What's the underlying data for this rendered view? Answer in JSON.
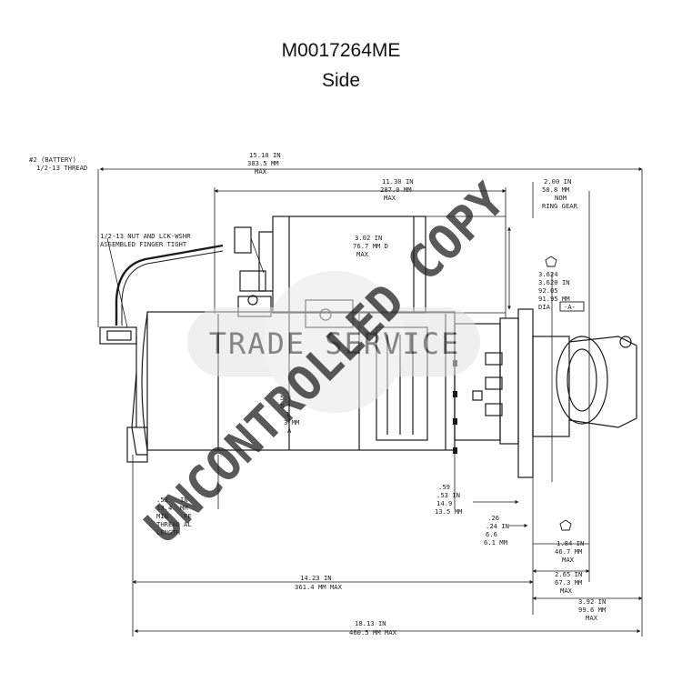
{
  "header": {
    "part_number": "M0017264ME",
    "view": "Side"
  },
  "drawing": {
    "callouts": {
      "battery_terminal": [
        "#2 (BATTERY)",
        "1/2-13 THREAD"
      ],
      "nut_note": [
        "1/2-13 NUT AND LCK-WSHR",
        "ASSEMBLED FINGER TIGHT"
      ]
    },
    "dimensions": {
      "overall_top": [
        "15.10 IN",
        "383.5 MM",
        "MAX"
      ],
      "solenoid_length": [
        "11.30 IN",
        "287.0 MM",
        "MAX"
      ],
      "ring_gear": [
        "2.00 IN",
        "50.8 MM",
        "NOM",
        "RING GEAR"
      ],
      "solenoid_dia": [
        "3.02 IN",
        "76.7 MM D",
        "MAX"
      ],
      "pilot_dia": [
        "3.624",
        "3.620 IN",
        "92.05",
        "91.95 MM",
        "DIA"
      ],
      "datum": "-A-",
      "motor_frame": [
        "5.1",
        "5",
        "1",
        "3 MM",
        "A"
      ],
      "flange": [
        ".59",
        ".53 IN",
        "14.9",
        "13.5 MM"
      ],
      "thread_length": [
        ".53",
        "13.4",
        "MIN",
        "THREAD",
        "LENGTH"
      ],
      "thread_length_partial": [
        "IN",
        "MM",
        "FE",
        "AL"
      ],
      "pinion_offset": [
        ".26",
        ".24 IN",
        "6.6",
        "6.1 MM"
      ],
      "pinion": [
        "1.84 IN",
        "46.7 MM",
        "MAX"
      ],
      "mount_to_gear": [
        "2.65 IN",
        "67.3 MM",
        "MAX"
      ],
      "mount_to_end": [
        "14.23 IN",
        "361.4 MM MAX"
      ],
      "nose": [
        "3.92 IN",
        "99.6 MM",
        "MAX"
      ],
      "overall_bottom": [
        "18.13 IN",
        "460.5 MM MAX"
      ]
    }
  },
  "watermarks": {
    "stamp": "UNCONTROLLED COPY",
    "logo": "TRADE SERVICE"
  },
  "colors": {
    "line": "#1a1a1a",
    "watermark": "#cfcfcf"
  }
}
